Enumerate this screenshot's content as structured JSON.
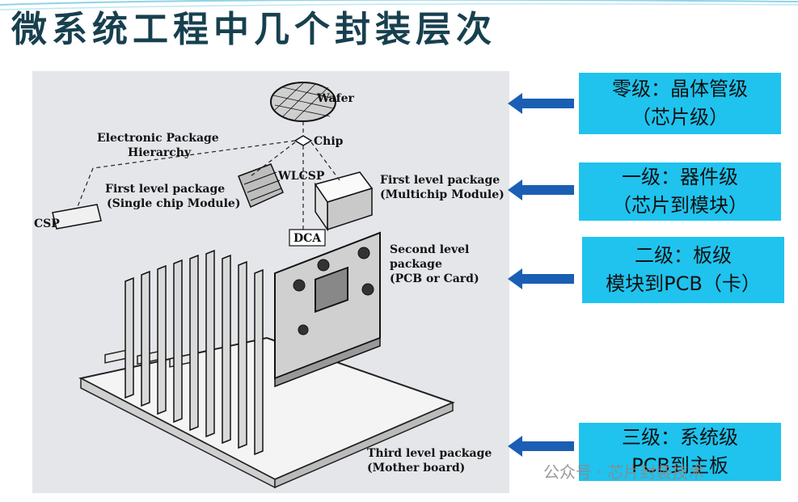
{
  "title": "微系统工程中几个封装层次",
  "figure": {
    "wafer": "Wafer",
    "chip": "Chip",
    "hierarchy_line1": "Electronic Package",
    "hierarchy_line2": "Hierarchy",
    "wlcsp": "WLCSP",
    "first_single_line1": "First level package",
    "first_single_line2": "(Single chip Module)",
    "first_multi_line1": "First level package",
    "first_multi_line2": "(Multichip Module)",
    "csp": "CSP",
    "dca": "DCA",
    "second_line1": "Second level",
    "second_line2": "package",
    "second_line3": "(PCB or Card)",
    "third_line1": "Third level package",
    "third_line2": "(Mother board)"
  },
  "levels": [
    {
      "line1": "零级：晶体管级",
      "line2": "（芯片级）"
    },
    {
      "line1": "一级：器件级",
      "line2": "（芯片到模块）"
    },
    {
      "line1": "二级：板级",
      "line2": "模块到PCB（卡）"
    },
    {
      "line1": "三级：系统级",
      "line2": "PCB到主板"
    }
  ],
  "watermark": "公众号 · 芯片封装技术",
  "colors": {
    "box": "#1fc3ee",
    "arrow": "#1a5fb4",
    "title": "#17404f"
  }
}
